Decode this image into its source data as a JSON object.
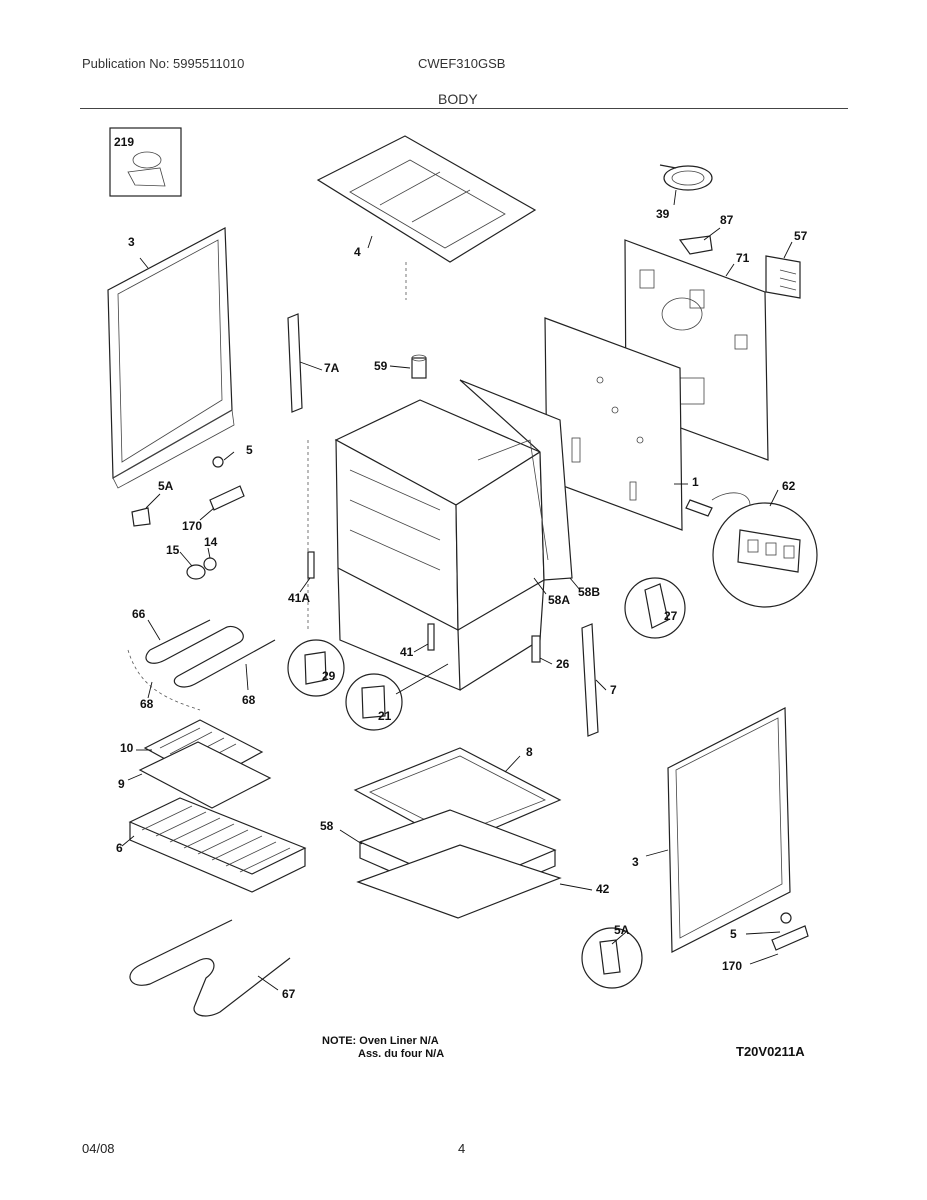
{
  "header": {
    "publication": "Publication No: 5995511010",
    "model": "CWEF310GSB",
    "section": "BODY"
  },
  "callouts": [
    "219",
    "3",
    "4",
    "39",
    "87",
    "57",
    "71",
    "7A",
    "59",
    "5",
    "5A",
    "170",
    "15",
    "14",
    "1",
    "62",
    "66",
    "41A",
    "58A",
    "58B",
    "27",
    "29",
    "41",
    "26",
    "7",
    "68",
    "68",
    "21",
    "10",
    "8",
    "9",
    "58",
    "6",
    "42",
    "3",
    "5A",
    "5",
    "170",
    "67"
  ],
  "note": {
    "line1": "NOTE: Oven Liner N/A",
    "line2": "Ass. du four N/A"
  },
  "diagram_code": "T20V0211A",
  "footer": {
    "date": "04/08",
    "page": "4"
  }
}
